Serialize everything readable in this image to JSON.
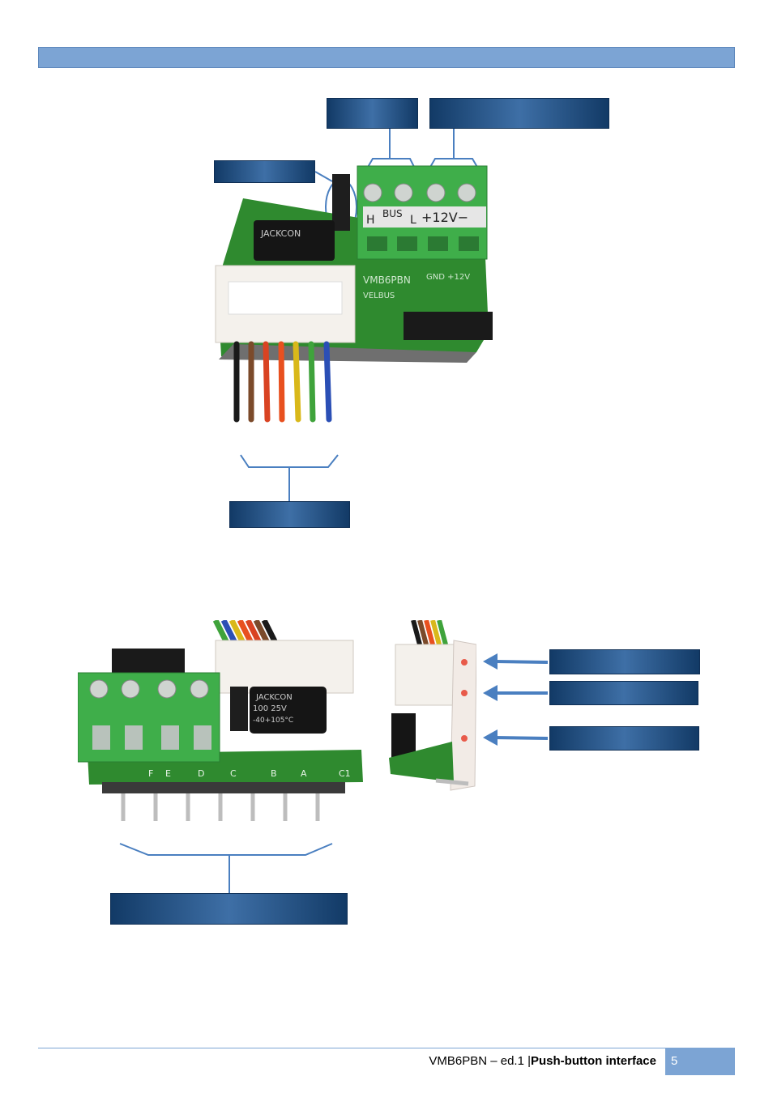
{
  "page": {
    "colors": {
      "accent": "#7ca4d4",
      "callout_dark": "#123a66",
      "callout_light": "#3e6fa6",
      "pcb_green": "#2f8a2f",
      "terminal_green": "#3fae4a",
      "arrow_blue": "#4a7fc0"
    }
  },
  "board_top": {
    "silk_bus": "BUS",
    "silk_h": "H",
    "silk_l": "L",
    "silk_12v": "+12V−",
    "cap_brand": "JACKCON",
    "board_marking": "VMB6PBN",
    "silk_velbus": "VELBUS",
    "silk_gnd": "GND +12V"
  },
  "board_bottom": {
    "cap_text": "JACKCON",
    "cap_rating": "100 25V",
    "cap_temp": "-40+105°C",
    "pin_labels": [
      "F",
      "E",
      "D",
      "C",
      "B",
      "A",
      "C1"
    ]
  },
  "footer": {
    "doc_title": "VMB6PBN – ed.1 |",
    "doc_subtitle": "Push-button interface",
    "page_number": "5"
  }
}
